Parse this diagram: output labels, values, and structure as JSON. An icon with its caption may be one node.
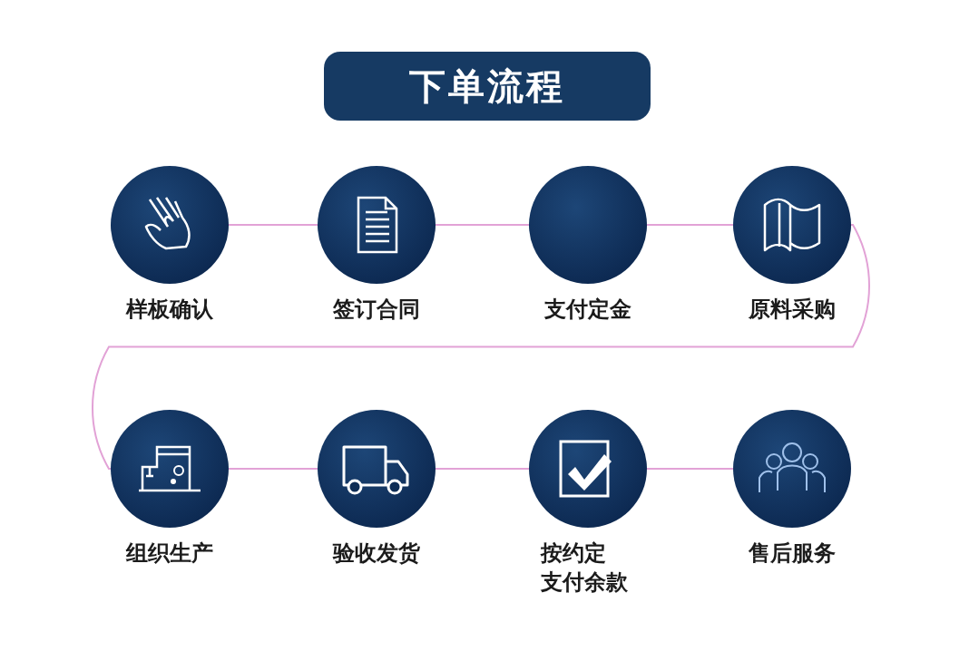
{
  "diagram": {
    "title": "下单流程",
    "nodes": [
      {
        "text": [
          "样板确认"
        ]
      },
      {
        "text": [
          "签订合同"
        ]
      },
      {
        "text": [
          "支付定金"
        ]
      },
      {
        "text": [
          "原料采购"
        ]
      },
      {
        "text": [
          "组织生产"
        ]
      },
      {
        "text": [
          "验收发货"
        ]
      },
      {
        "text": [
          "按约定支付余款"
        ]
      },
      {
        "text": [
          "售后服务"
        ]
      }
    ],
    "edges": [
      {
        "from": 0,
        "to": 1,
        "arrow": "none"
      },
      {
        "from": 1,
        "to": 2,
        "arrow": "none"
      },
      {
        "from": 2,
        "to": 3,
        "arrow": "none"
      },
      {
        "from": 3,
        "to": 4,
        "arrow": "none"
      },
      {
        "from": 4,
        "to": 5,
        "arrow": "none"
      },
      {
        "from": 5,
        "to": 6,
        "arrow": "none"
      },
      {
        "from": 6,
        "to": 7,
        "arrow": "none"
      }
    ]
  }
}
